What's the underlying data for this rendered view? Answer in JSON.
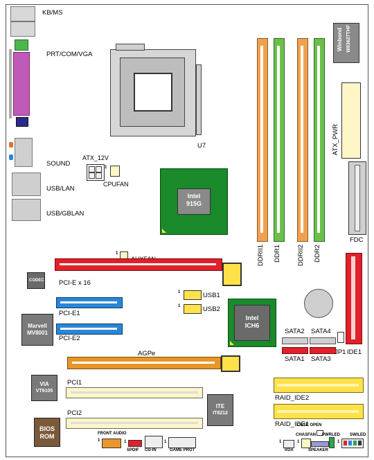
{
  "labels": {
    "kbms": "KB/MS",
    "prt": "PRT/COM/VGA",
    "sound": "SOUND",
    "usblan": "USB/LAN",
    "usbgblan": "USB/GBLAN",
    "atx12v": "ATX_12V",
    "cpufan": "CPUFAN",
    "u7": "U7",
    "ddrii1": "DDRII1",
    "ddr1": "DDR1",
    "ddrii2": "DDRII2",
    "ddr2": "DDR2",
    "atxpwr": "ATX_PWR",
    "fdc": "FDC",
    "auxfan": "AUXFAN",
    "pcie16": "PCI-E x 16",
    "pcie1": "PCI-E1",
    "pcie2": "PCI-E2",
    "usb1": "USB1",
    "usb2": "USB2",
    "sata1": "SATA1",
    "sata2": "SATA2",
    "sata3": "SATA3",
    "sata4": "SATA4",
    "jp1": "JP1",
    "ide1": "IDE1",
    "agpe": "AGPe",
    "pci1": "PCI1",
    "pci2": "PCI2",
    "raid_ide2": "RAID_IDE2",
    "raid_ide1": "RAID_IDE1",
    "front_audio": "FRONT AUDIO",
    "spdif": "SPDIF",
    "cdin": "CD-IN",
    "game_prot": "GAME PROT",
    "case_open": "CASE OPEN",
    "chasfan": "CHASFAN",
    "pwrled": "PWRLED",
    "swiled": "SWILED",
    "irda": "IrDA",
    "speaker": "SPEAKER",
    "one_a": "1",
    "one_b": "1",
    "one_c": "1",
    "one_d": "1",
    "one_e": "1",
    "one_f": "1",
    "one_g": "1",
    "one_h": "1",
    "one_i": "1",
    "one_j": "1"
  },
  "chips": {
    "winbond_l1": "Winbond",
    "winbond_l2": "W83627THF",
    "intel915_l1": "Intel",
    "intel915_l2": "915G",
    "ich6_l1": "Intel",
    "ich6_l2": "ICH6",
    "codec": "CODEC",
    "marvell_l1": "Marvell",
    "marvell_l2": "MV8001",
    "via_l1": "VIA",
    "via_l2": "VT6105",
    "ite_l1": "ITE",
    "ite_l2": "IT8212",
    "bios_l1": "BIOS",
    "bios_l2": "ROM"
  },
  "colors": {
    "pcie16": "#e0202a",
    "pcie1": "#2a86d6",
    "agp": "#e8962a",
    "pci": "#fff6c8",
    "ddr_orange": "#f0a050",
    "ddr_green": "#6cc04a",
    "northbridge": "#1a8a2a",
    "raid_ide": "#ffe24a",
    "ide1": "#e0202a",
    "sata": "#e0202a"
  }
}
